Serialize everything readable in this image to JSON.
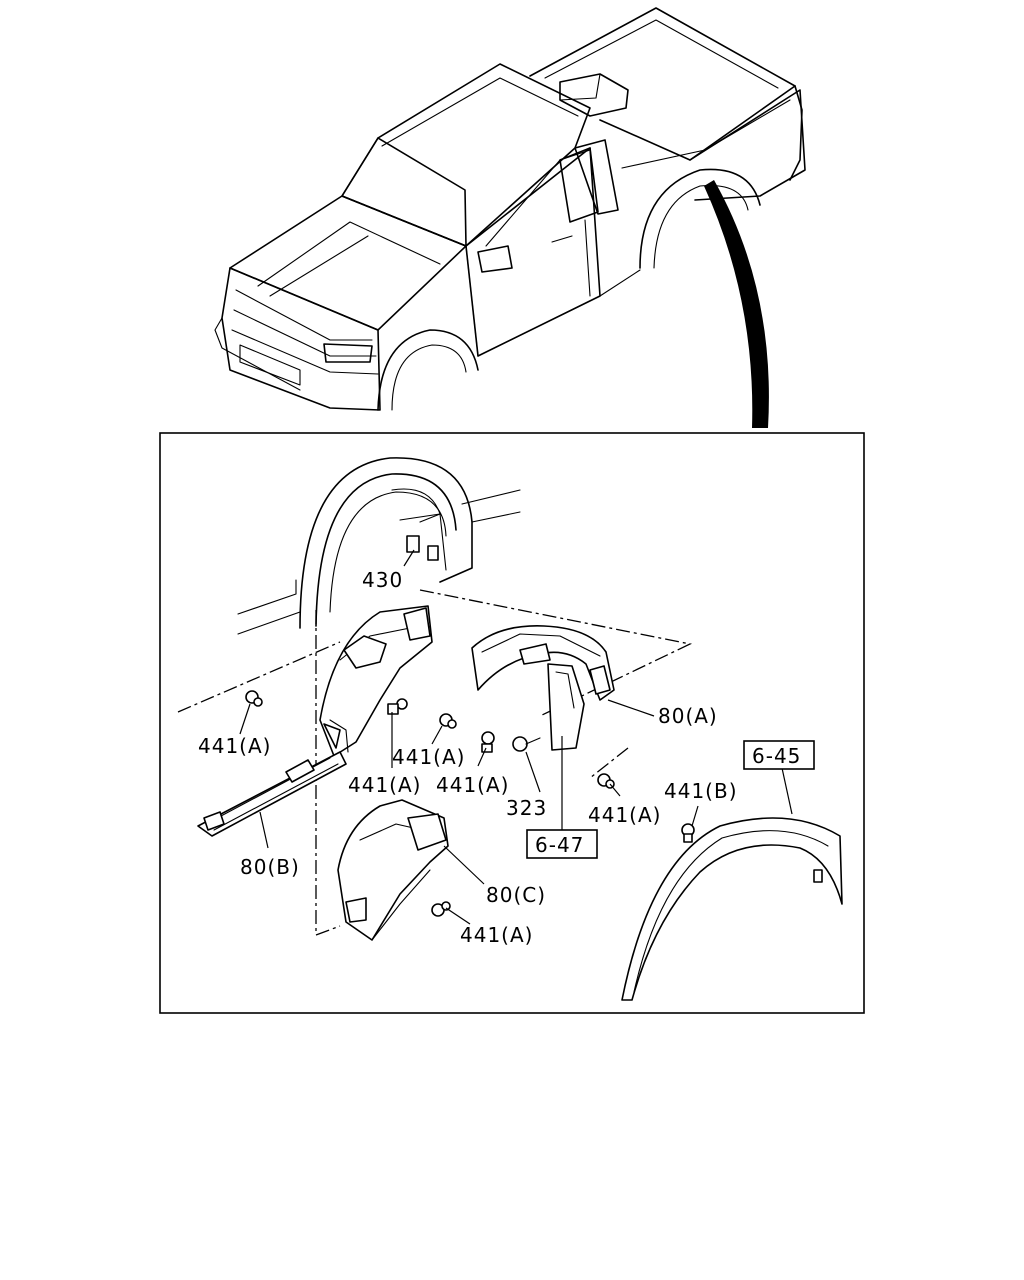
{
  "labels": {
    "l430": "430",
    "l441a_1": "441(A)",
    "l441a_2": "441(A)",
    "l441a_3": "441(A)",
    "l441a_4": "441(A)",
    "l441a_5": "441(A)",
    "l441a_6": "441(A)",
    "l441b": "441(B)",
    "l80a": "80(A)",
    "l80b": "80(B)",
    "l80c": "80(C)",
    "l323": "323"
  },
  "refs": {
    "r647": "6-47",
    "r645": "6-45"
  },
  "colors": {
    "line": "#000000",
    "background": "#ffffff"
  }
}
